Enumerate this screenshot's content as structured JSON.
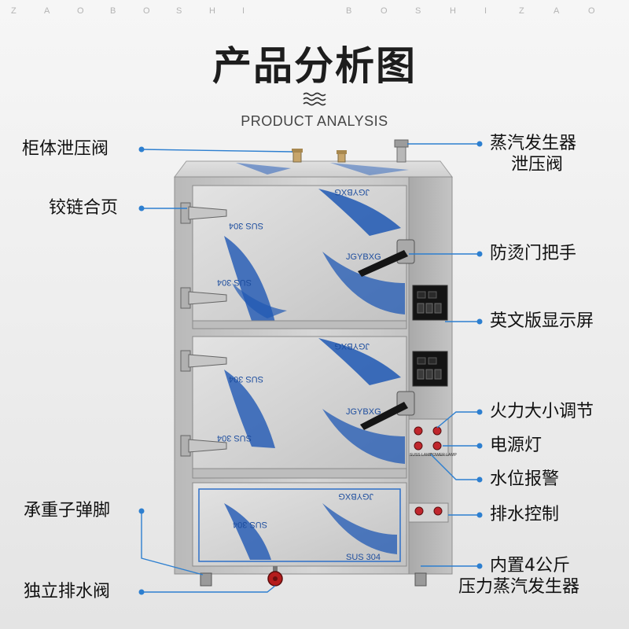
{
  "header": {
    "letters_left": [
      "Z",
      "A",
      "O",
      "B",
      "O",
      "S",
      "H",
      "I"
    ],
    "letters_right": [
      "B",
      "O",
      "S",
      "H",
      "I",
      "Z",
      "A",
      "O"
    ],
    "title": "产品分析图",
    "subtitle": "PRODUCT ANALYSIS"
  },
  "product": {
    "door_text": [
      "JGYBXG",
      "SUS 304"
    ],
    "panel_labels": [
      "SUSS LAMP",
      "POWER LAMP"
    ]
  },
  "labels": {
    "cabinet_valve": "柜体泄压阀",
    "steam_valve_1": "蒸汽发生器",
    "steam_valve_2": "泄压阀",
    "hinge": "铰链合页",
    "handle": "防烫门把手",
    "display": "英文版显示屏",
    "fire_adjust": "火力大小调节",
    "power_lamp": "电源灯",
    "water_alarm": "水位报警",
    "drain_control": "排水控制",
    "caster": "承重子弹脚",
    "builtin_1": "内置4公斤",
    "builtin_2": "压力蒸汽发生器",
    "drain_valve": "独立排水阀"
  },
  "colors": {
    "leader": "#2d7fd0",
    "steel": "#c9c9c9",
    "film_blue": "#1f58b4",
    "handle": "#151515"
  }
}
